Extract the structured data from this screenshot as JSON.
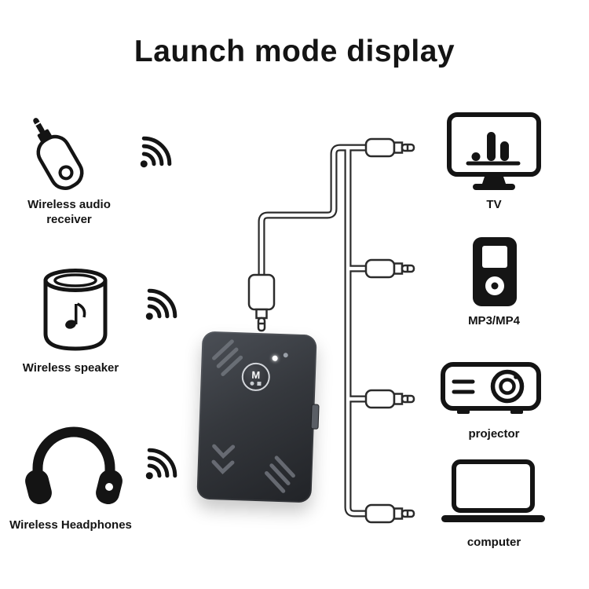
{
  "title": "Launch mode display",
  "left_devices": [
    {
      "label": "Wireless audio receiver",
      "icon": "audio-receiver-icon"
    },
    {
      "label": "Wireless speaker",
      "icon": "speaker-icon"
    },
    {
      "label": "Wireless Headphones",
      "icon": "headphones-icon"
    }
  ],
  "right_devices": [
    {
      "label": "TV",
      "icon": "tv-icon"
    },
    {
      "label": "MP3/MP4",
      "icon": "mp3-player-icon"
    },
    {
      "label": "projector",
      "icon": "projector-icon"
    },
    {
      "label": "computer",
      "icon": "laptop-icon"
    }
  ],
  "center_device": {
    "name": "bluetooth-audio-transmitter",
    "button_label": "M"
  },
  "colors": {
    "ink": "#141414",
    "cable_outline": "#2b2b2b",
    "device_dark": "#212327",
    "device_light": "#4b4f56",
    "deco_gray": "#71757d"
  }
}
